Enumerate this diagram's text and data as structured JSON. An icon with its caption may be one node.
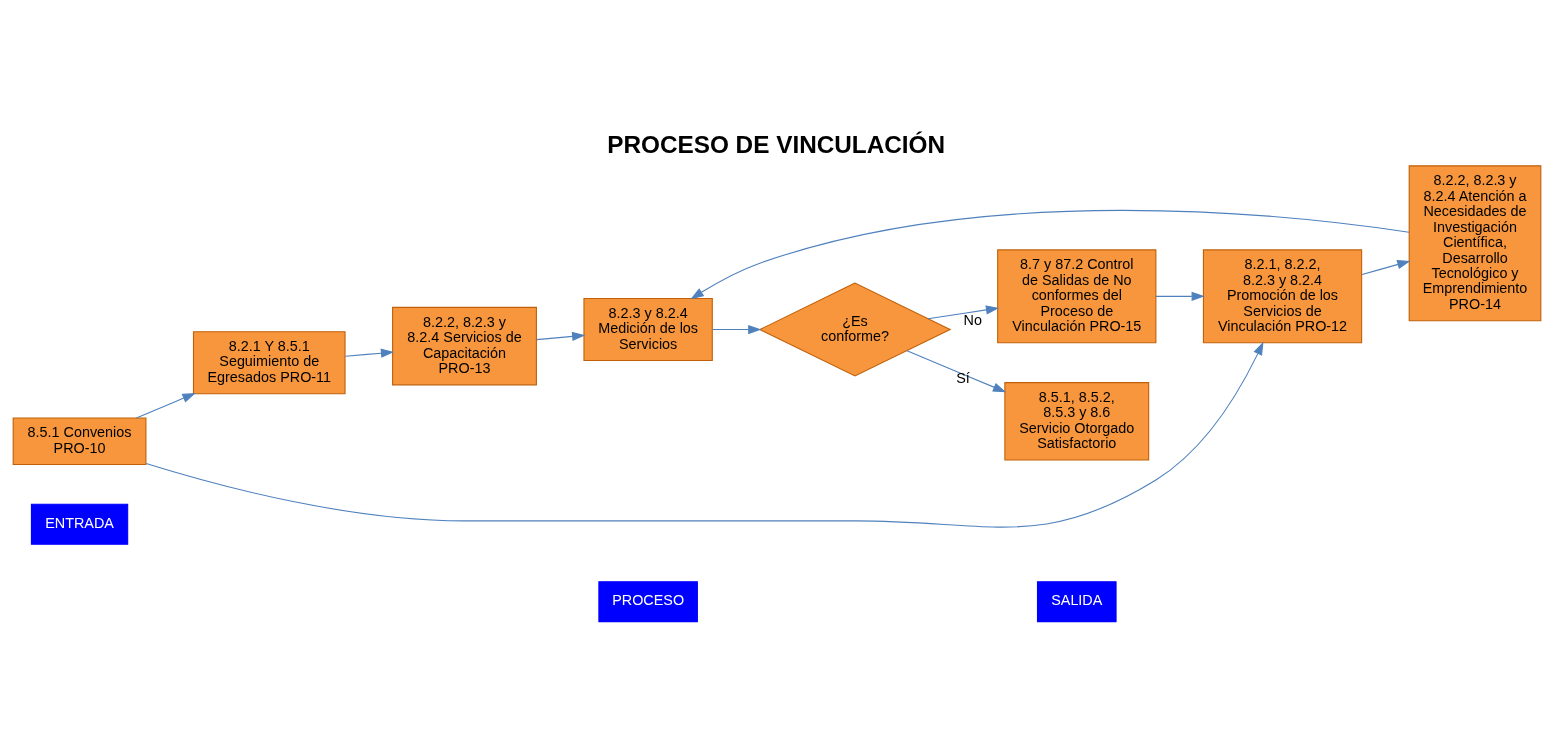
{
  "diagram": {
    "title": "PROCESO DE VINCULACIÓN",
    "nodes": [
      {
        "text": [
          "ENTRADA"
        ]
      },
      {
        "text": [
          "PROCESO"
        ]
      },
      {
        "text": [
          "SALIDA"
        ]
      },
      {
        "text": [
          "8.5.1 Convenios PRO-10"
        ]
      },
      {
        "text": [
          "8.2.1 Y 8.5.1 Seguimiento de Egresados PRO-11"
        ]
      },
      {
        "text": [
          "8.2.2, 8.2.3 y 8.2.4 Servicios de Capacitación PRO-13"
        ]
      },
      {
        "text": [
          "8.2.3 y 8.2.4 Medición de los Servicios"
        ]
      },
      {
        "text": [
          "¿Es conforme?"
        ]
      },
      {
        "text": [
          "8.5.1, 8.5.2, 8.5.3 y 8.6 Servicio Otorgado Satisfactorio"
        ]
      },
      {
        "text": [
          "8.2.1, 8.2.2, 8.2.3 y 8.2.4 Promoción de los Servicios de Vinculación PRO-12"
        ]
      },
      {
        "text": [
          "8.2.2, 8.2.3 y 8.2.4 Atención a Necesidades de Investigación Científica, Desarrollo Tecnológico y Emprendimiento PRO-14"
        ]
      },
      {
        "text": [
          "8.7 y 87.2 Control de Salidas de No conformes del Proceso de Vinculación PRO-15"
        ]
      }
    ],
    "edges": [
      {
        "from": 3,
        "to": 4,
        "arrow": "to"
      },
      {
        "from": 4,
        "to": 5,
        "arrow": "to"
      },
      {
        "from": 5,
        "to": 6,
        "arrow": "to"
      },
      {
        "from": 6,
        "to": 7,
        "arrow": "to"
      },
      {
        "from": 7,
        "to": 8,
        "arrow": "to",
        "label": "Sí"
      },
      {
        "from": 7,
        "to": 11,
        "arrow": "to",
        "label": "No"
      },
      {
        "from": 3,
        "to": 9,
        "arrow": "to"
      },
      {
        "from": 9,
        "to": 10,
        "arrow": "to"
      },
      {
        "from": 10,
        "to": 6,
        "arrow": "to"
      },
      {
        "from": 11,
        "to": 9,
        "arrow": "to"
      }
    ]
  }
}
